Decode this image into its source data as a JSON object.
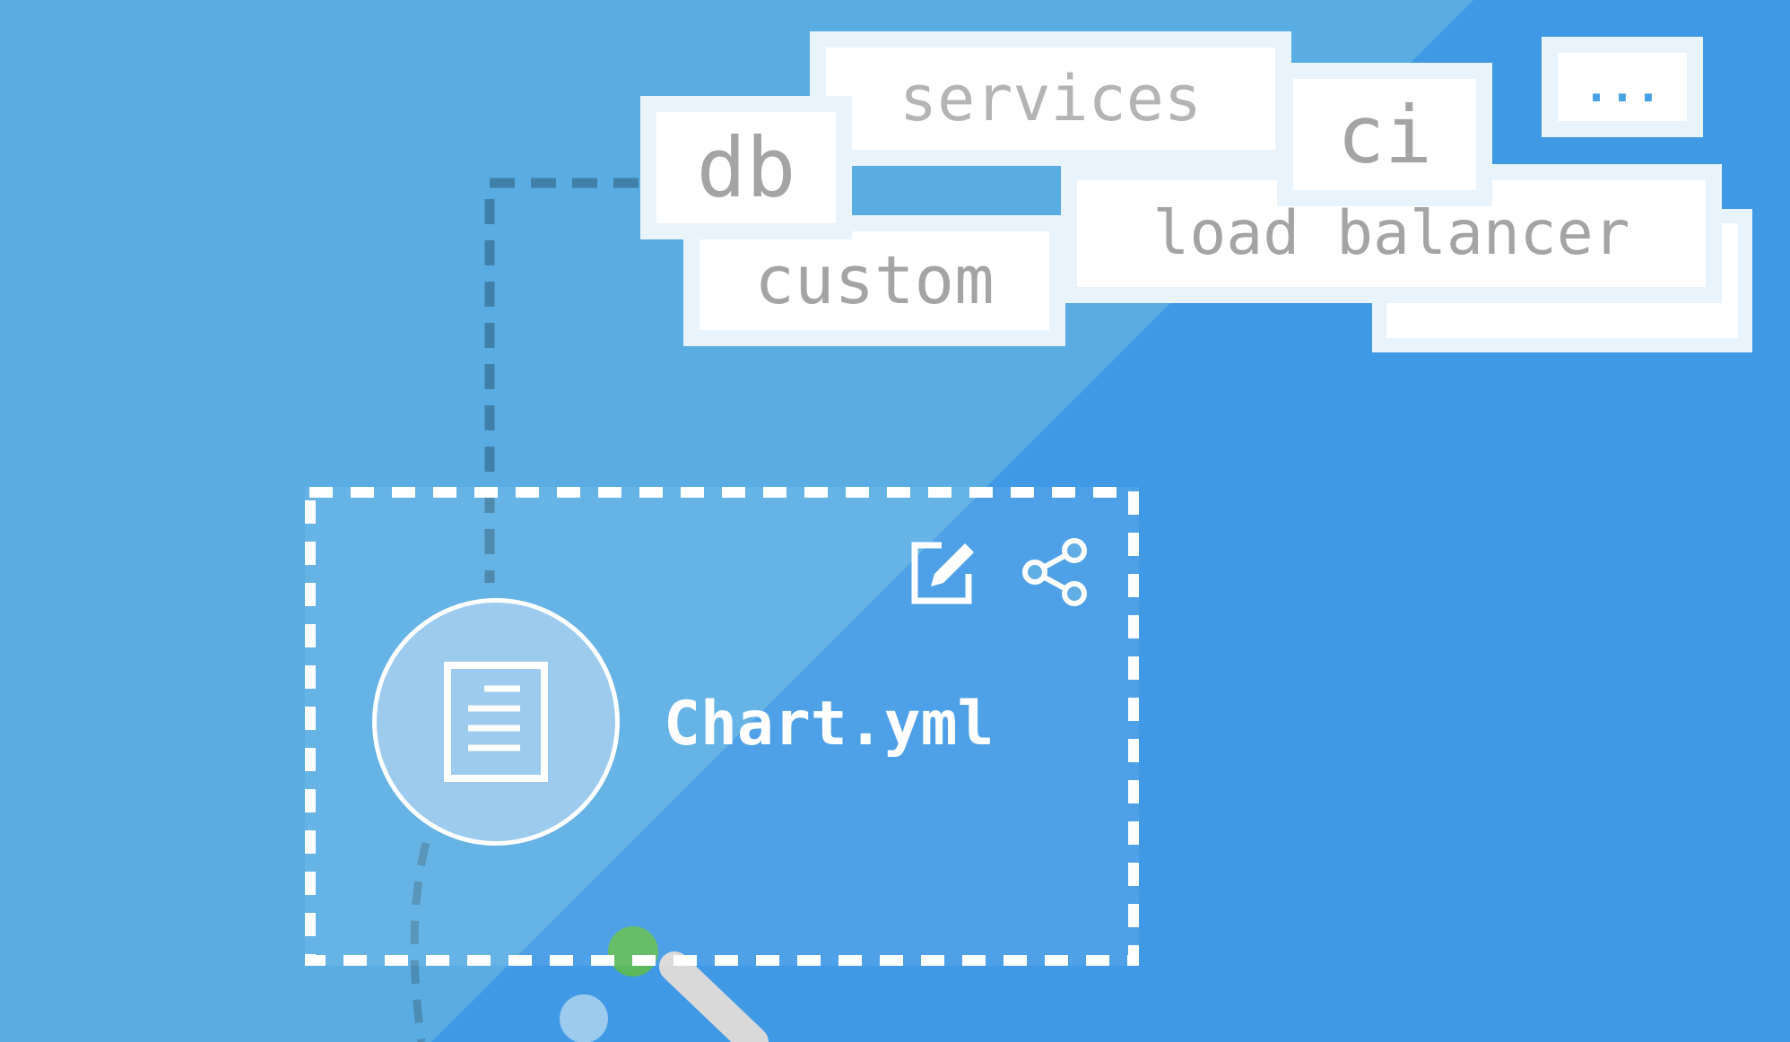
{
  "tags": {
    "services": "services",
    "ci": "ci",
    "more": "...",
    "db": "db",
    "custom": "custom",
    "load_balancer": "load balancer"
  },
  "node": {
    "label": "Chart.yml",
    "icon": "document-icon",
    "actions": [
      "edit-icon",
      "share-icon"
    ]
  },
  "colors": {
    "background_light": "#5aade3",
    "background_dark": "#4099e5",
    "tag_border": "#e8f3fc",
    "tag_text": "#a4a4a4",
    "more_dots": "#45a1e6",
    "connector_dashed": "#3f7fa8",
    "status_green": "#5cb85c"
  }
}
